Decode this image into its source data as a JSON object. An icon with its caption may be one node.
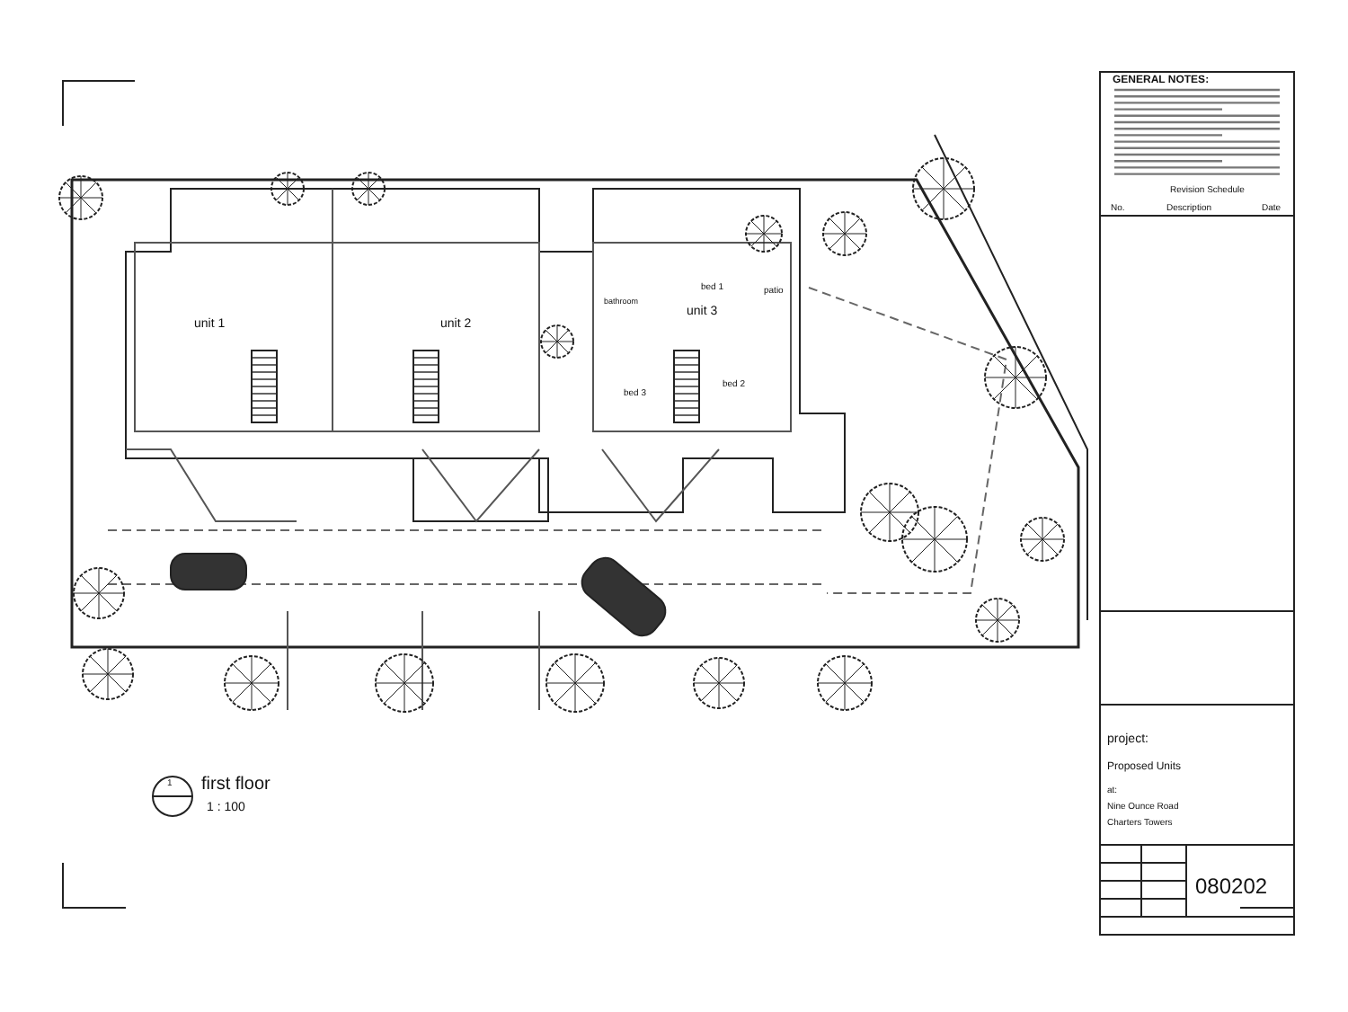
{
  "diagram": {
    "labels": [
      "GENERAL NOTES:",
      "Revision Schedule",
      "No.",
      "Description",
      "Date",
      "unit 1",
      "unit 2",
      "bed 1",
      "unit 3",
      "bathroom",
      "patio",
      "bed 3",
      "bed 2",
      "project:",
      "Proposed Units",
      "at:",
      "Nine Ounce Road",
      "Charters Towers",
      "080202",
      "first floor",
      "1 : 100",
      "1"
    ]
  }
}
